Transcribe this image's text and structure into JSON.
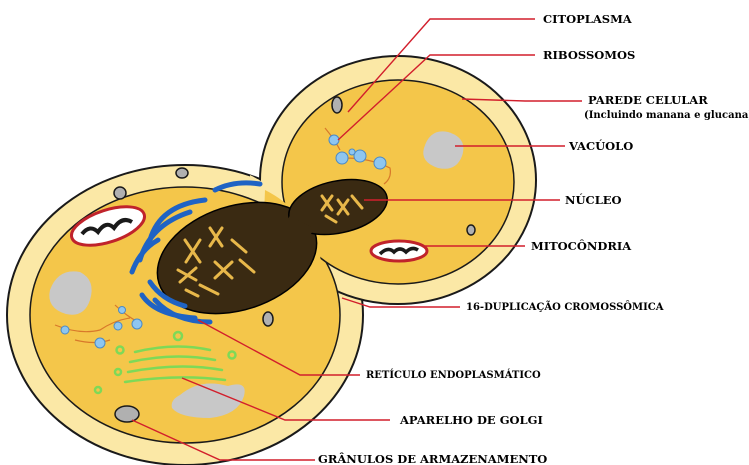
{
  "diagram": {
    "labels": {
      "citoplasma": "CITOPLASMA",
      "ribossomos": "RIBOSSOMOS",
      "parede": "PAREDE CELULAR",
      "parede_sub": "(Incluindo manana e glucana)",
      "vacuolo": "VACÚOLO",
      "nucleo": "NÚCLEO",
      "mitocondria": "MITOCÔNDRIA",
      "duplicacao": "16-DUPLICAÇÃO CROMOSSÔMICA",
      "reticulo": "RETÍCULO ENDOPLASMÁTICO",
      "golgi": "APARELHO DE GOLGI",
      "granulos": "GRÂNULOS DE ARMAZENAMENTO"
    },
    "colors": {
      "cell_wall": "#fbe8a6",
      "cytoplasm": "#f4c64a",
      "nucleus": "#3a2a12",
      "chromosome": "#e8b84a",
      "reticulum": "#1f63c4",
      "golgi": "#7ed957",
      "vacuole": "#c8c8c8",
      "mitochondria": "#c0232b",
      "ribosome": "#8ec6f0",
      "leader_line": "#d21f2c"
    }
  }
}
